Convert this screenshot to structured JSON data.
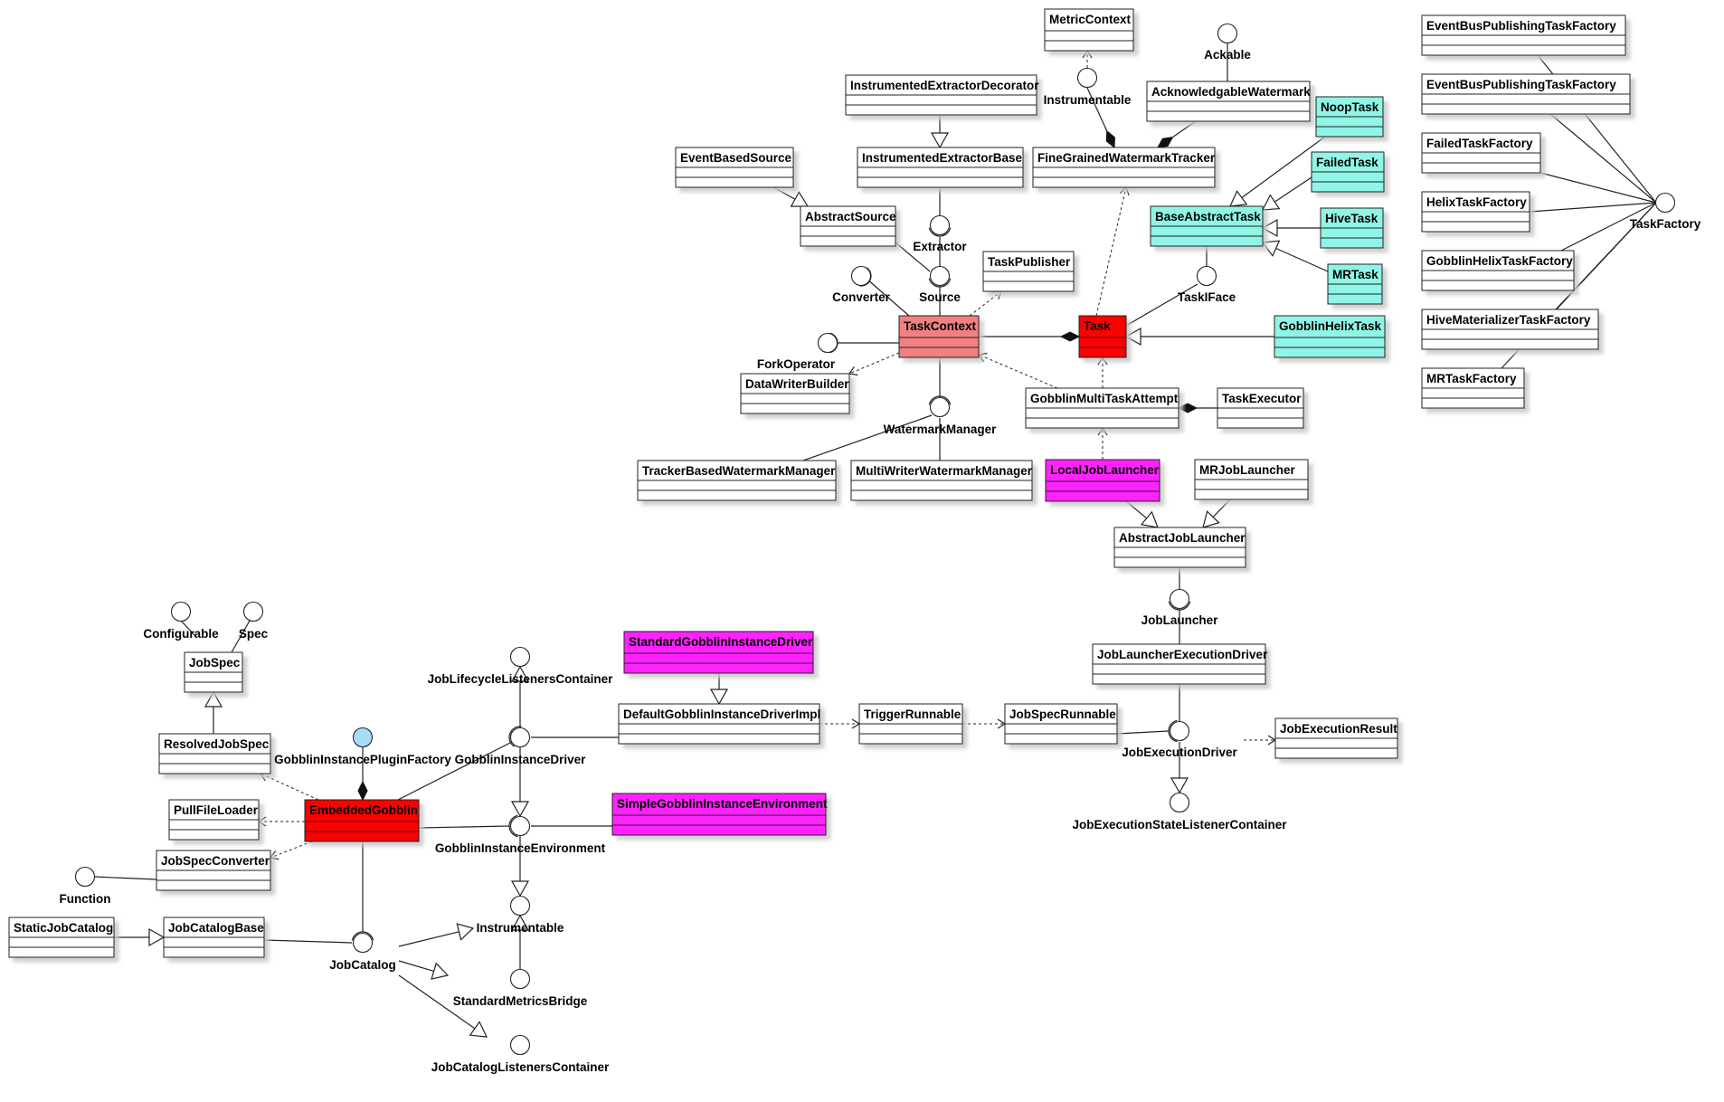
{
  "colors": {
    "default": "#ffffff",
    "task": "#ff0000",
    "task_context": "#f28080",
    "aqua": "#8ff5e6",
    "magenta": "#ff22ff",
    "plugin_interface": "#a8dcf5",
    "shadow": "#d8d8d8",
    "line": "#222222"
  },
  "classes": {
    "metric_context": "MetricContext",
    "instrumented_extractor_decorator": "InstrumentedExtractorDecorator",
    "acknowledgable_watermark": "AcknowledgableWatermark",
    "noop_task": "NoopTask",
    "instrumented_extractor_base": "InstrumentedExtractorBase",
    "fine_grained_watermark_tracker": "FineGrainedWatermarkTracker",
    "failed_task": "FailedTask",
    "event_based_source": "EventBasedSource",
    "abstract_source": "AbstractSource",
    "base_abstract_task": "BaseAbstractTask",
    "hive_task": "HiveTask",
    "task_publisher": "TaskPublisher",
    "mr_task": "MRTask",
    "task_context": "TaskContext",
    "task": "Task",
    "gobblin_helix_task": "GobblinHelixTask",
    "data_writer_builder": "DataWriterBuilder",
    "gobblin_multi_task_attempt": "GobblinMultiTaskAttempt",
    "task_executor": "TaskExecutor",
    "tracker_based_watermark_manager": "TrackerBasedWatermarkManager",
    "multi_writer_watermark_manager": "MultiWriterWatermarkManager",
    "local_job_launcher": "LocalJobLauncher",
    "mr_job_launcher": "MRJobLauncher",
    "abstract_job_launcher": "AbstractJobLauncher",
    "job_launcher_execution_driver": "JobLauncherExecutionDriver",
    "job_execution_result": "JobExecutionResult",
    "event_bus_publishing_task_factory_1": "EventBusPublishingTaskFactory",
    "event_bus_publishing_task_factory_2": "EventBusPublishingTaskFactory",
    "failed_task_factory": "FailedTaskFactory",
    "helix_task_factory": "HelixTaskFactory",
    "gobblin_helix_task_factory": "GobblinHelixTaskFactory",
    "hive_materializer_task_factory": "HiveMaterializerTaskFactory",
    "mr_task_factory": "MRTaskFactory",
    "job_spec": "JobSpec",
    "resolved_job_spec": "ResolvedJobSpec",
    "pull_file_loader": "PullFileLoader",
    "embedded_gobblin": "EmbeddedGobblin",
    "job_spec_converter": "JobSpecConverter",
    "static_job_catalog": "StaticJobCatalog",
    "job_catalog_base": "JobCatalogBase",
    "standard_gobblin_instance_driver": "StandardGobblinInstanceDriver",
    "default_gobblin_instance_driver_impl": "DefaultGobblinInstanceDriverImpl",
    "trigger_runnable": "TriggerRunnable",
    "job_spec_runnable": "JobSpecRunnable",
    "simple_gobblin_instance_environment": "SimpleGobblinInstanceEnvironment"
  },
  "interfaces": {
    "ackable": "Ackable",
    "instrumentable_top": "Instrumentable",
    "extractor": "Extractor",
    "source": "Source",
    "converter": "Converter",
    "fork_operator": "ForkOperator",
    "task_iface": "TaskIFace",
    "task_factory": "TaskFactory",
    "watermark_manager": "WatermarkManager",
    "job_launcher": "JobLauncher",
    "job_execution_driver": "JobExecutionDriver",
    "job_execution_state_listener_container": "JobExecutionStateListenerContainer",
    "configurable": "Configurable",
    "spec": "Spec",
    "job_lifecycle_listeners_container": "JobLifecycleListenersContainer",
    "gobblin_instance_plugin_factory": "GobblinInstancePluginFactory",
    "gobblin_instance_driver": "GobblinInstanceDriver",
    "gobblin_instance_environment": "GobblinInstanceEnvironment",
    "function": "Function",
    "instrumentable_bottom": "Instrumentable",
    "job_catalog": "JobCatalog",
    "standard_metrics_bridge": "StandardMetricsBridge",
    "job_catalog_listeners_container": "JobCatalogListenersContainer"
  }
}
